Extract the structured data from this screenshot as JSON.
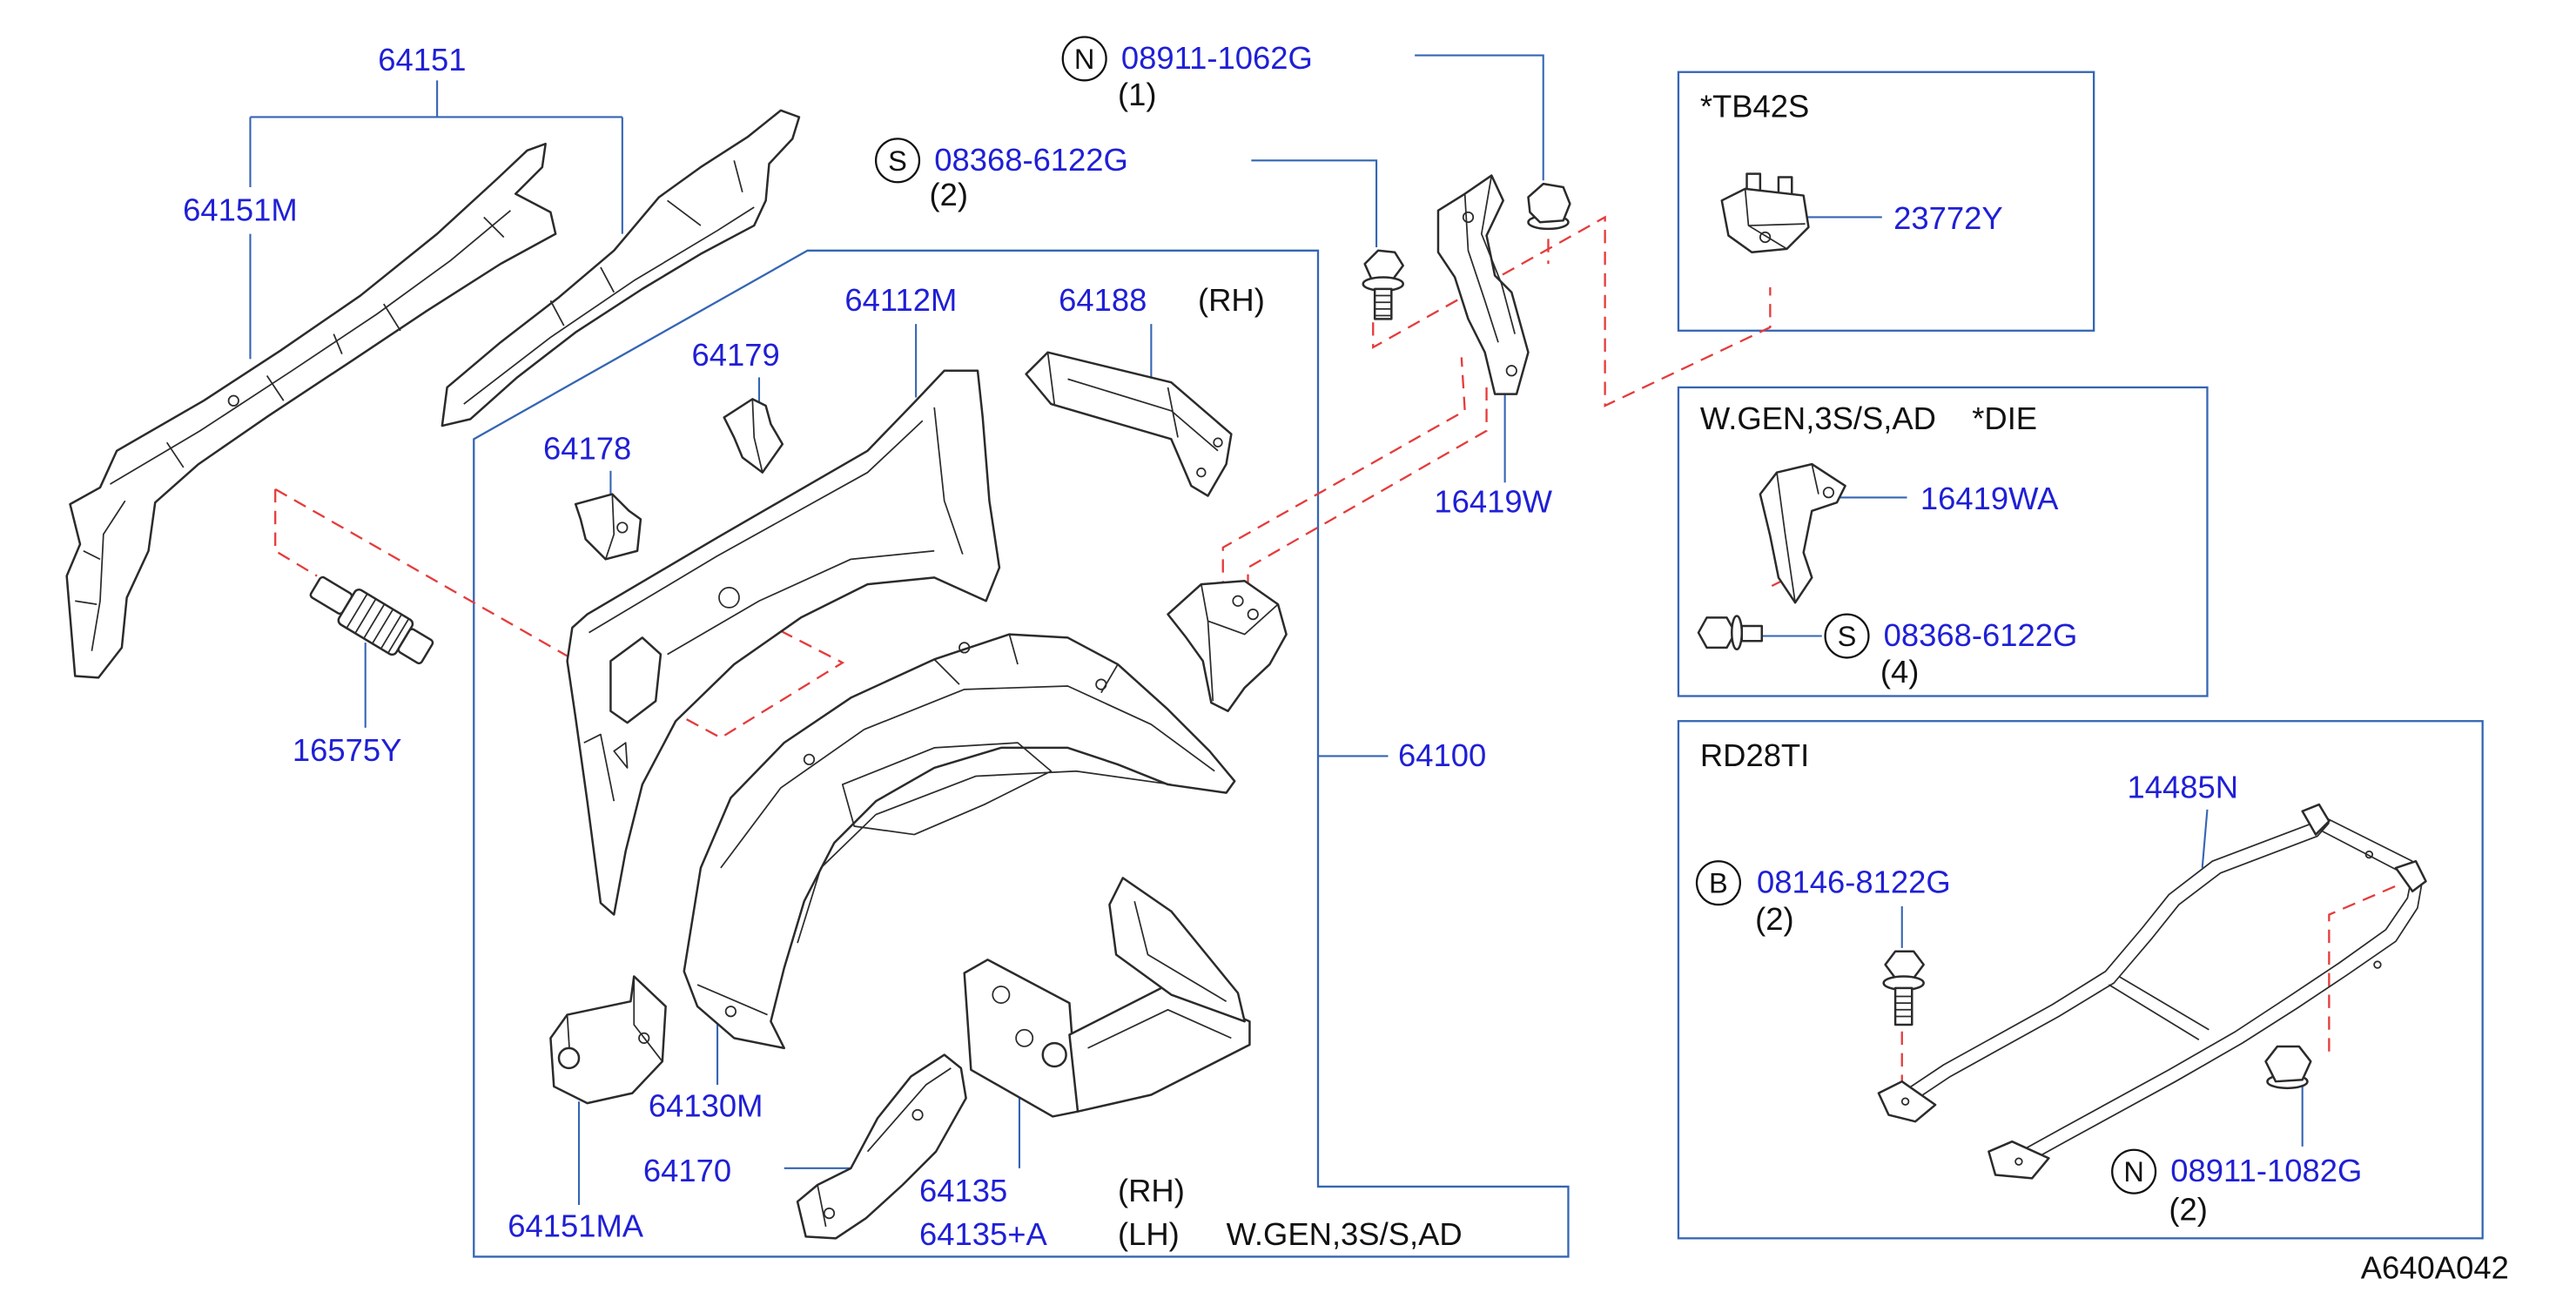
{
  "colors": {
    "part_number": "#1f1fd6",
    "leader_line": "#3465b4",
    "dashed_line": "#e53b3b",
    "outline": "#2b2b2b",
    "text": "#111111"
  },
  "main": {
    "c64151": "64151",
    "c64151m": "64151M",
    "c16575y": "16575Y",
    "c64178": "64178",
    "c64179": "64179",
    "c64112m": "64112M",
    "c64188": {
      "part": "64188",
      "side": "(RH)"
    },
    "nut_top": {
      "symbol": "N",
      "part": "08911-1062G",
      "qty": "(1)"
    },
    "bolt_top": {
      "symbol": "S",
      "part": "08368-6122G",
      "qty": "(2)"
    },
    "c16419w": "16419W",
    "c64100": "64100",
    "c64130m": "64130M",
    "c64151ma": "64151MA",
    "c64170": "64170",
    "c64135": {
      "part": "64135",
      "side": "(RH)"
    },
    "c64135a": {
      "part": "64135+A",
      "side": "(LH)",
      "note": "W.GEN,3S/S,AD"
    }
  },
  "insets": [
    {
      "title": "*TB42S",
      "part": "23772Y"
    },
    {
      "title": "W.GEN,3S/S,AD",
      "title_suffix": "*DIE",
      "part": "16419WA",
      "fastener": {
        "symbol": "S",
        "part": "08368-6122G",
        "qty": "(4)"
      }
    },
    {
      "title": "RD28TI",
      "part": "14485N",
      "bolt": {
        "symbol": "B",
        "part": "08146-8122G",
        "qty": "(2)"
      },
      "nut": {
        "symbol": "N",
        "part": "08911-1082G",
        "qty": "(2)"
      }
    }
  ],
  "figure_code": "A640A042"
}
